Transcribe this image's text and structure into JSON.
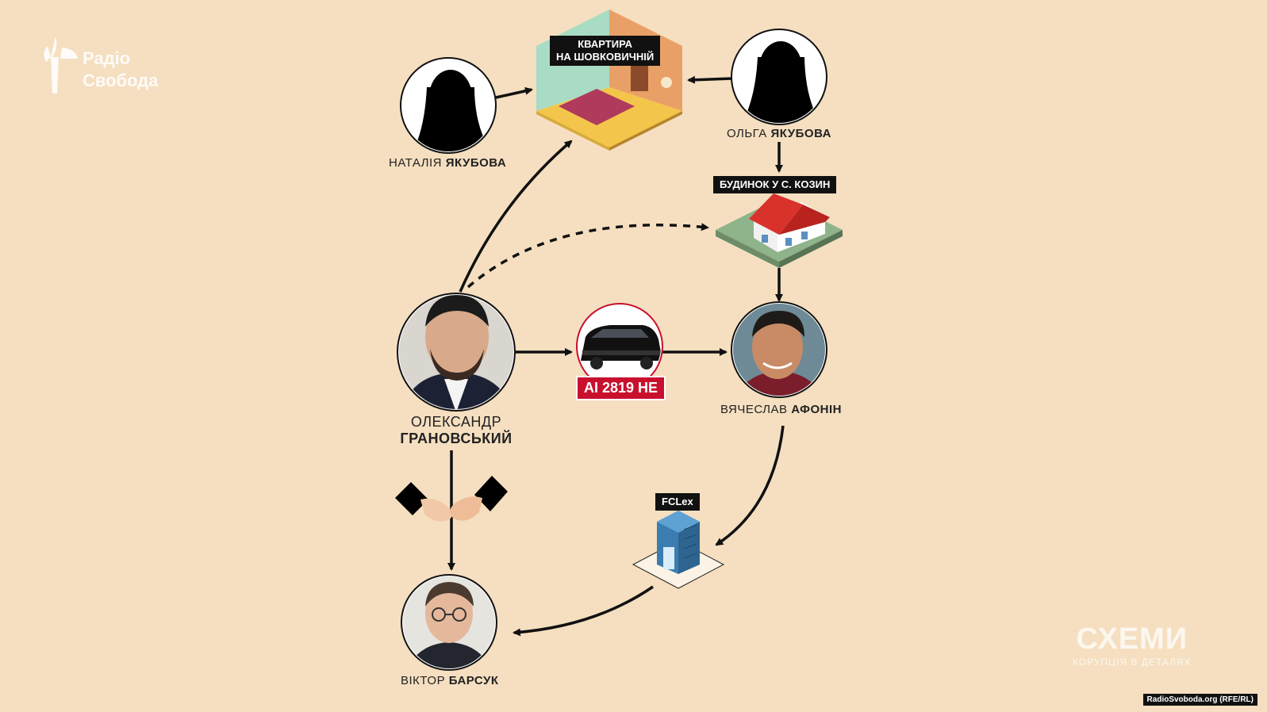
{
  "branding": {
    "logo_line1": "Радіо",
    "logo_line2": "Свобода",
    "schemy_title": "СХЕМИ",
    "schemy_subtitle": "КОРУПЦІЯ В ДЕТАЛЯХ",
    "credit": "RadioSvoboda.org (RFE/RL)"
  },
  "people": {
    "natalia": {
      "first": "НАТАЛІЯ",
      "last": "ЯКУБОВА"
    },
    "olga": {
      "first": "ОЛЬГА",
      "last": "ЯКУБОВА"
    },
    "granovsky": {
      "first": "ОЛЕКСАНДР",
      "last": "ГРАНОВСЬКИЙ"
    },
    "afonin": {
      "first": "ВЯЧЕСЛАВ",
      "last": "АФОНІН"
    },
    "barsuk": {
      "first": "ВІКТОР",
      "last": "БАРСУК"
    }
  },
  "assets": {
    "apartment": {
      "line1": "КВАРТИРА",
      "line2": "НА ШОВКОВИЧНІЙ"
    },
    "house": "БУДИНОК У С. КОЗИН",
    "company": "FCLex",
    "car_plate": "AI 2819 HE"
  },
  "colors": {
    "background": "#f5dfc0",
    "plate_red": "#c8102e",
    "label_black": "#111111"
  }
}
